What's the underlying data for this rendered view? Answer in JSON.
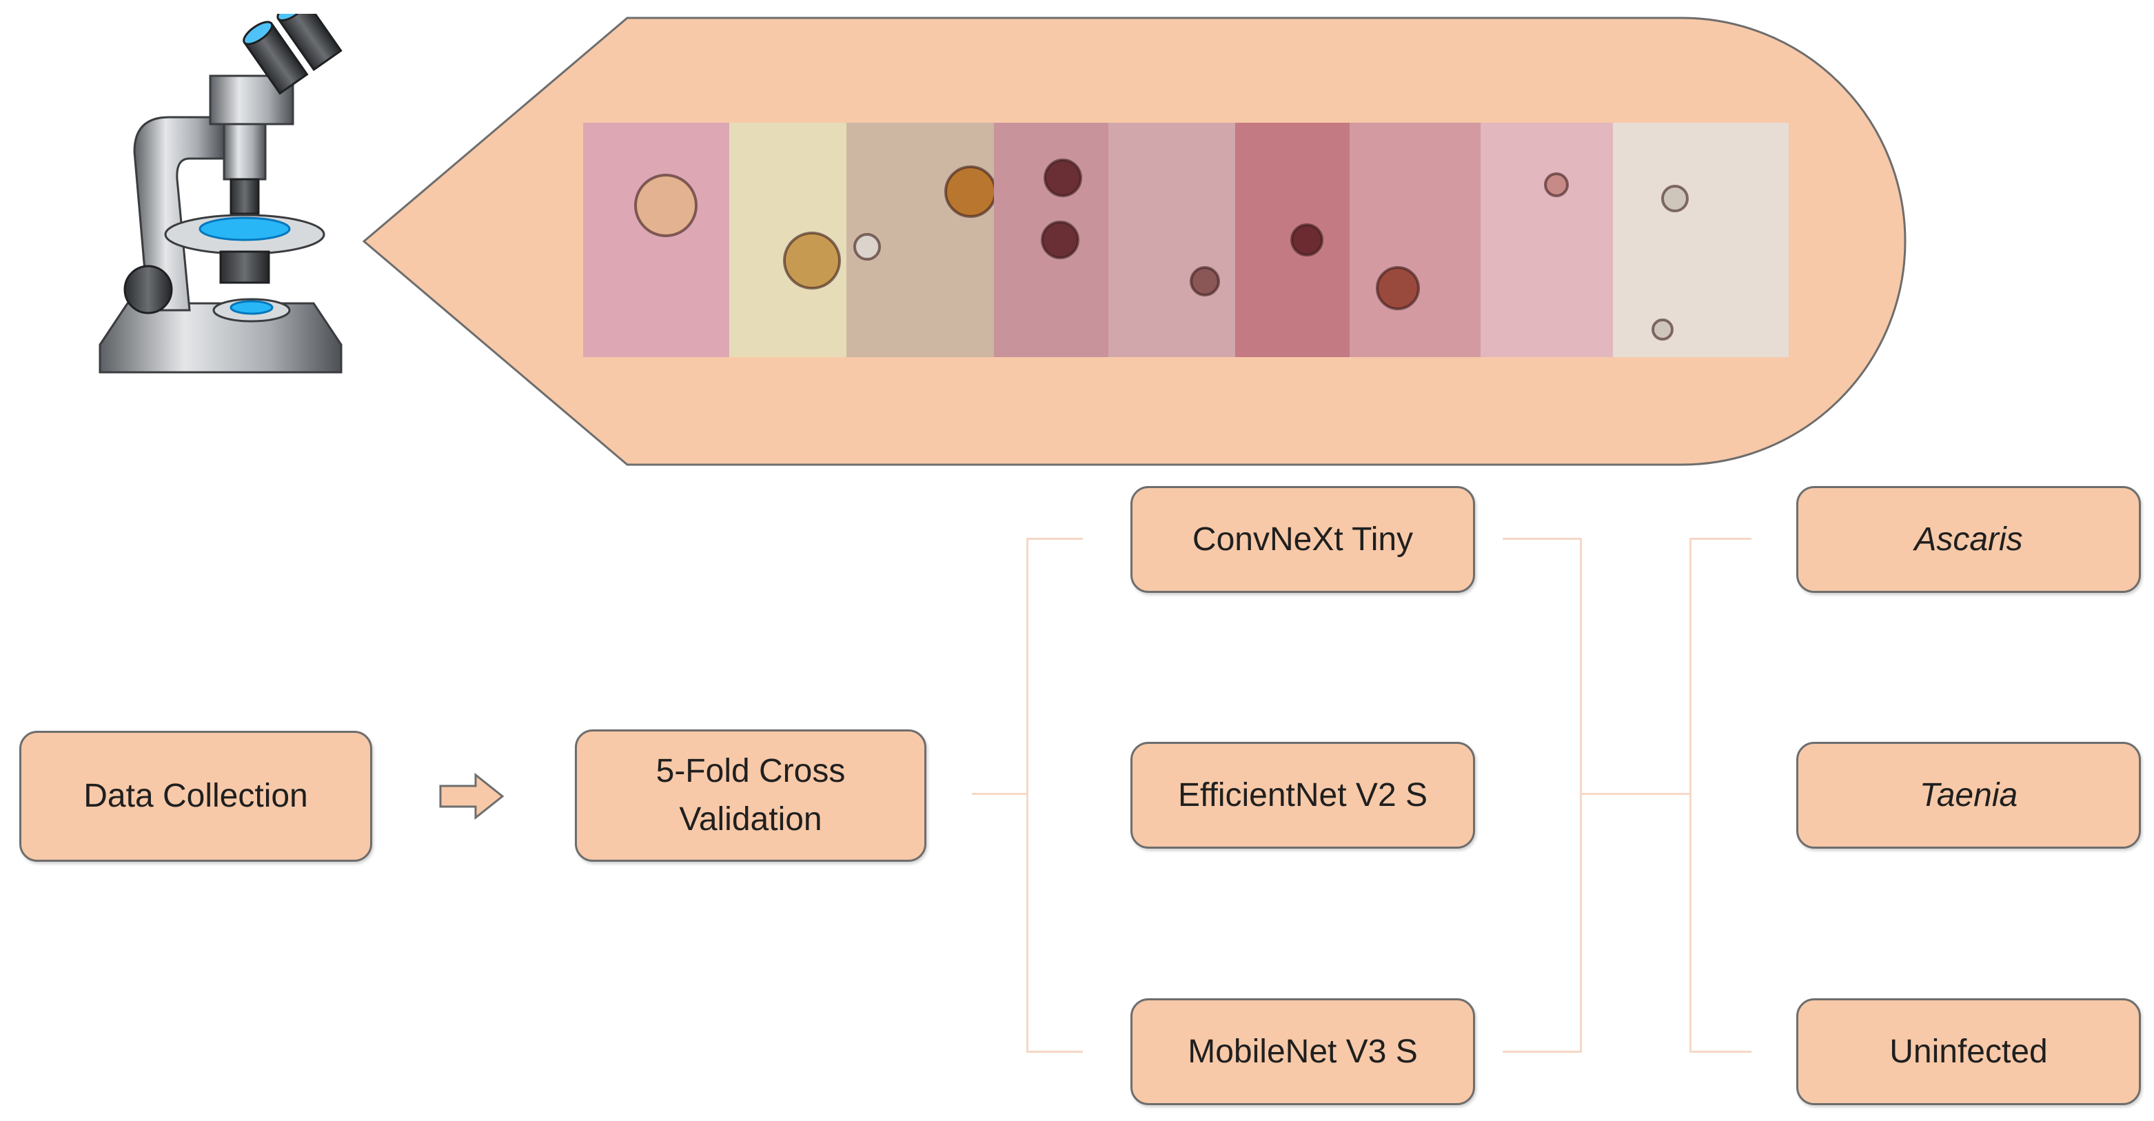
{
  "diagram": {
    "data_collection": "Data Collection",
    "cross_validation_line1": "5-Fold Cross",
    "cross_validation_line2": "Validation",
    "models": [
      "ConvNeXt Tiny",
      "EfficientNet V2 S",
      "MobileNet V3 S"
    ],
    "classes": [
      "Ascaris",
      "Taenia",
      "Uninfected"
    ]
  },
  "colors": {
    "box_fill": "#f7c9a8",
    "box_border": "#6d6d6d",
    "banner_fill": "#f7c9a8",
    "connector_line": "#f6d8c6"
  },
  "icons": [
    "microscope-icon",
    "right-arrow-icon"
  ],
  "microscopy_samples": [
    {
      "name": "sample-1",
      "bg": "#dda8b4"
    },
    {
      "name": "sample-2",
      "bg": "#e6dcb8"
    },
    {
      "name": "sample-3",
      "bg": "#cdb7a3"
    },
    {
      "name": "sample-4",
      "bg": "#c9939c"
    },
    {
      "name": "sample-5",
      "bg": "#d1a7ab"
    },
    {
      "name": "sample-6",
      "bg": "#c47a83"
    },
    {
      "name": "sample-7",
      "bg": "#d49aa1"
    },
    {
      "name": "sample-8",
      "bg": "#e2b7bd"
    },
    {
      "name": "sample-9",
      "bg": "#e7ddd5"
    }
  ]
}
